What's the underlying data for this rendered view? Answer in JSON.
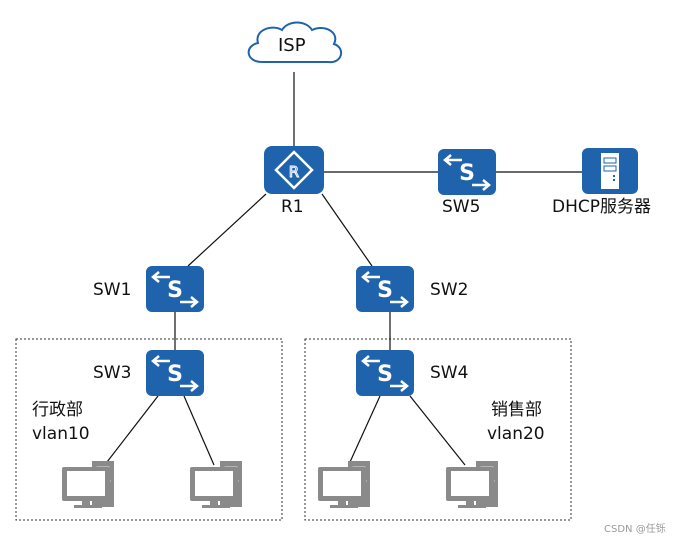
{
  "diagram": {
    "title": "",
    "colors": {
      "device_blue": "#1f63ad",
      "pc_gray": "#8a8a8a",
      "line": "#111111",
      "group_border": "#333333"
    },
    "nodes": {
      "isp": {
        "label": "ISP",
        "icon": "cloud-icon"
      },
      "r1": {
        "label": "R1",
        "icon": "router-icon"
      },
      "sw5": {
        "label": "SW5",
        "icon": "switch-icon"
      },
      "dhcp": {
        "label": "DHCP服务器",
        "icon": "server-icon"
      },
      "sw1": {
        "label": "SW1",
        "icon": "switch-icon"
      },
      "sw2": {
        "label": "SW2",
        "icon": "switch-icon"
      },
      "sw3": {
        "label": "SW3",
        "icon": "switch-icon"
      },
      "sw4": {
        "label": "SW4",
        "icon": "switch-icon"
      },
      "pc1": {
        "label": "",
        "icon": "pc-icon"
      },
      "pc2": {
        "label": "",
        "icon": "pc-icon"
      },
      "pc3": {
        "label": "",
        "icon": "pc-icon"
      },
      "pc4": {
        "label": "",
        "icon": "pc-icon"
      }
    },
    "groups": [
      {
        "name": "行政部",
        "vlan": "vlan10",
        "members": [
          "sw3",
          "pc1",
          "pc2"
        ]
      },
      {
        "name": "销售部",
        "vlan": "vlan20",
        "members": [
          "sw4",
          "pc3",
          "pc4"
        ]
      }
    ],
    "links": [
      [
        "isp",
        "r1"
      ],
      [
        "r1",
        "sw5"
      ],
      [
        "sw5",
        "dhcp"
      ],
      [
        "r1",
        "sw1"
      ],
      [
        "r1",
        "sw2"
      ],
      [
        "sw1",
        "sw3"
      ],
      [
        "sw2",
        "sw4"
      ],
      [
        "sw3",
        "pc1"
      ],
      [
        "sw3",
        "pc2"
      ],
      [
        "sw4",
        "pc3"
      ],
      [
        "sw4",
        "pc4"
      ]
    ]
  },
  "watermark": "CSDN @任铄"
}
